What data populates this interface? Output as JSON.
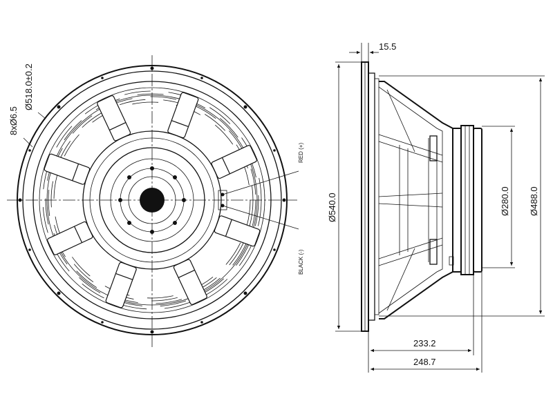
{
  "front_view": {
    "mount_holes_label": "8xØ6.5",
    "basket_diameter_label": "Ø518.0±0.2",
    "terminal_red_label": "RED (+)",
    "terminal_black_label": "BLACK (-)"
  },
  "side_view": {
    "flange_thickness_label": "15.5",
    "outer_diameter_label": "Ø540.0",
    "magnet_diameter_label": "Ø280.0",
    "cutout_diameter_label": "Ø488.0",
    "depth_a_label": "233.2",
    "depth_b_label": "248.7"
  },
  "colors": {
    "line": "#111111",
    "background": "#ffffff"
  }
}
